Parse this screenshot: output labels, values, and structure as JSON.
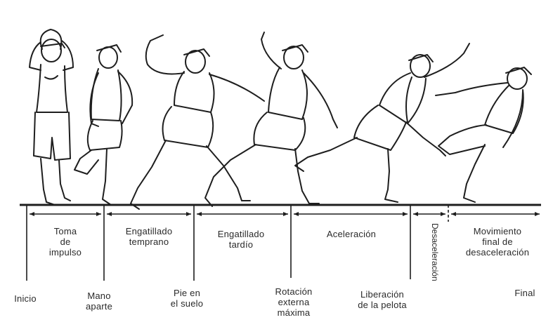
{
  "phases": [
    {
      "id": "toma",
      "label": "Toma\nde\nimpulso"
    },
    {
      "id": "eng-temprano",
      "label": "Engatillado\ntemprano"
    },
    {
      "id": "eng-tardio",
      "label": "Engatillado\ntardío"
    },
    {
      "id": "aceleracion",
      "label": "Aceleración"
    },
    {
      "id": "desaceleracion",
      "label": "Desaceleración"
    },
    {
      "id": "final-desac",
      "label": "Movimiento\nfinal de\ndesaceleración"
    }
  ],
  "events": [
    {
      "id": "inicio",
      "label": "Inicio"
    },
    {
      "id": "mano-aparte",
      "label": "Mano\naparte"
    },
    {
      "id": "pie-suelo",
      "label": "Pie en\nel suelo"
    },
    {
      "id": "rotacion",
      "label": "Rotación\nexterna\nmáxima"
    },
    {
      "id": "liberacion",
      "label": "Liberación\nde la pelota"
    },
    {
      "id": "final",
      "label": "Final"
    }
  ],
  "colors": {
    "ink": "#1e1e1e",
    "background": "#ffffff"
  }
}
